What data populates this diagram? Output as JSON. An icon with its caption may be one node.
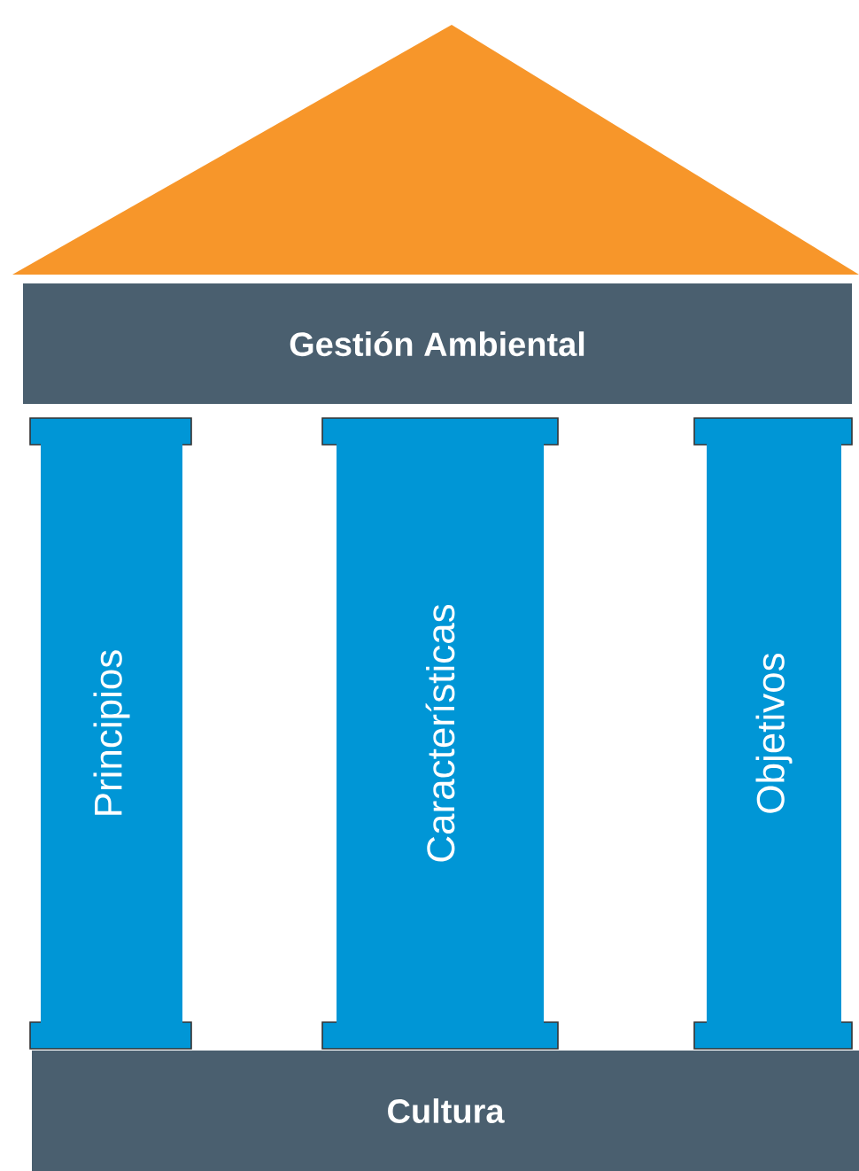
{
  "diagram": {
    "nodes": [
      {
        "text": [
          "Gestión Ambiental"
        ]
      },
      {
        "text": [
          "Principios"
        ]
      },
      {
        "text": [
          "Características"
        ]
      },
      {
        "text": [
          "Objetivos"
        ]
      },
      {
        "text": [
          "Cultura"
        ]
      }
    ]
  }
}
